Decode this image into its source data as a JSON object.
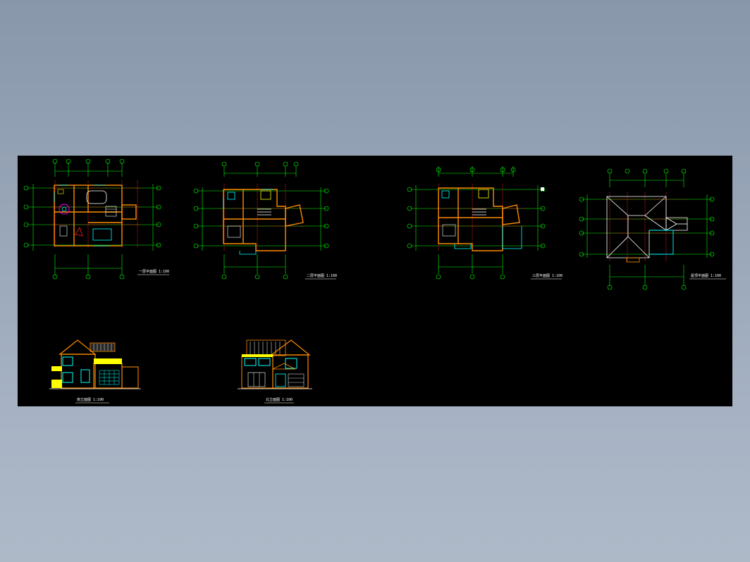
{
  "drawing": {
    "captions": {
      "plan_1": "一层平面图 1:100",
      "plan_2": "二层平面图 1:100",
      "plan_3": "三层平面图 1:100",
      "roof": "屋顶平面图 1:100",
      "elev_front": "南立面图 1:100",
      "elev_back": "北立面图 1:100"
    },
    "colors": {
      "background": "#000000",
      "axis": "#00ff00",
      "wall": "#ff8c00",
      "window": "#00ffff",
      "grid": "#ff2020",
      "fixture": "#ffff00",
      "furniture": "#ff00ff",
      "text": "#ffffff"
    }
  }
}
